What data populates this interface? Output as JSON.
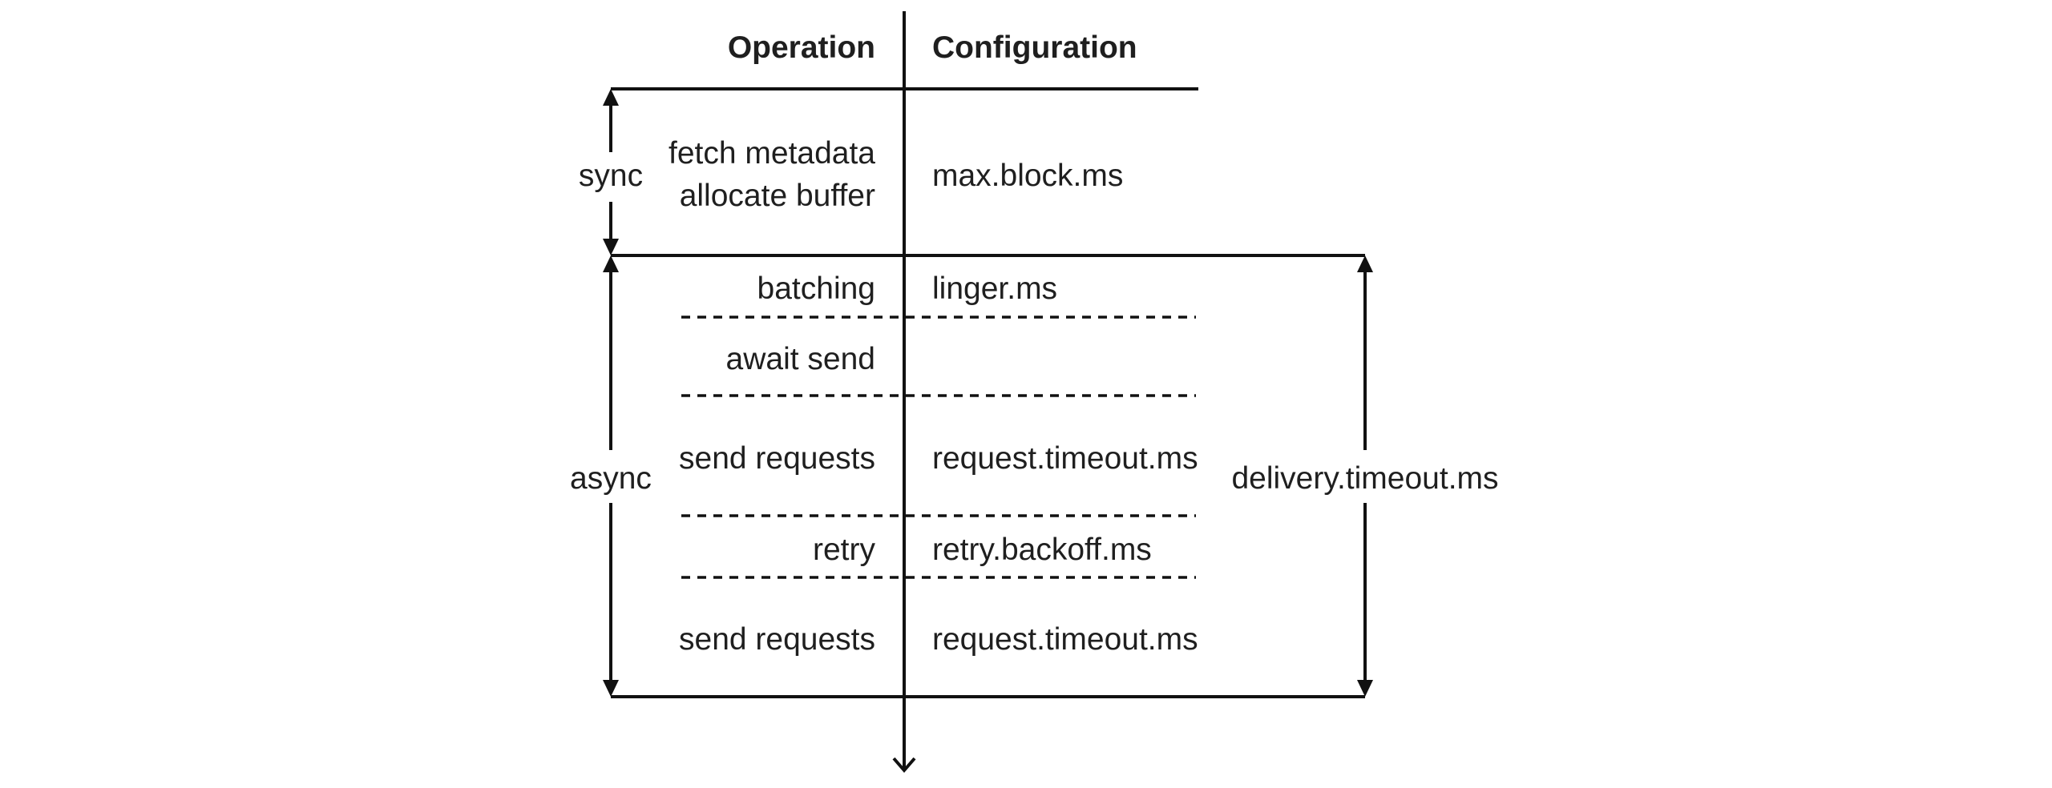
{
  "header": {
    "operation": "Operation",
    "configuration": "Configuration"
  },
  "phases": {
    "sync": "sync",
    "async": "async",
    "delivery_timeout": "delivery.timeout.ms"
  },
  "rows": [
    {
      "operation": [
        "fetch metadata",
        "allocate buffer"
      ],
      "configuration": "max.block.ms"
    },
    {
      "operation": [
        "batching"
      ],
      "configuration": "linger.ms"
    },
    {
      "operation": [
        "await send"
      ],
      "configuration": ""
    },
    {
      "operation": [
        "send requests"
      ],
      "configuration": "request.timeout.ms"
    },
    {
      "operation": [
        "retry"
      ],
      "configuration": "retry.backoff.ms"
    },
    {
      "operation": [
        "send requests"
      ],
      "configuration": "request.timeout.ms"
    }
  ]
}
